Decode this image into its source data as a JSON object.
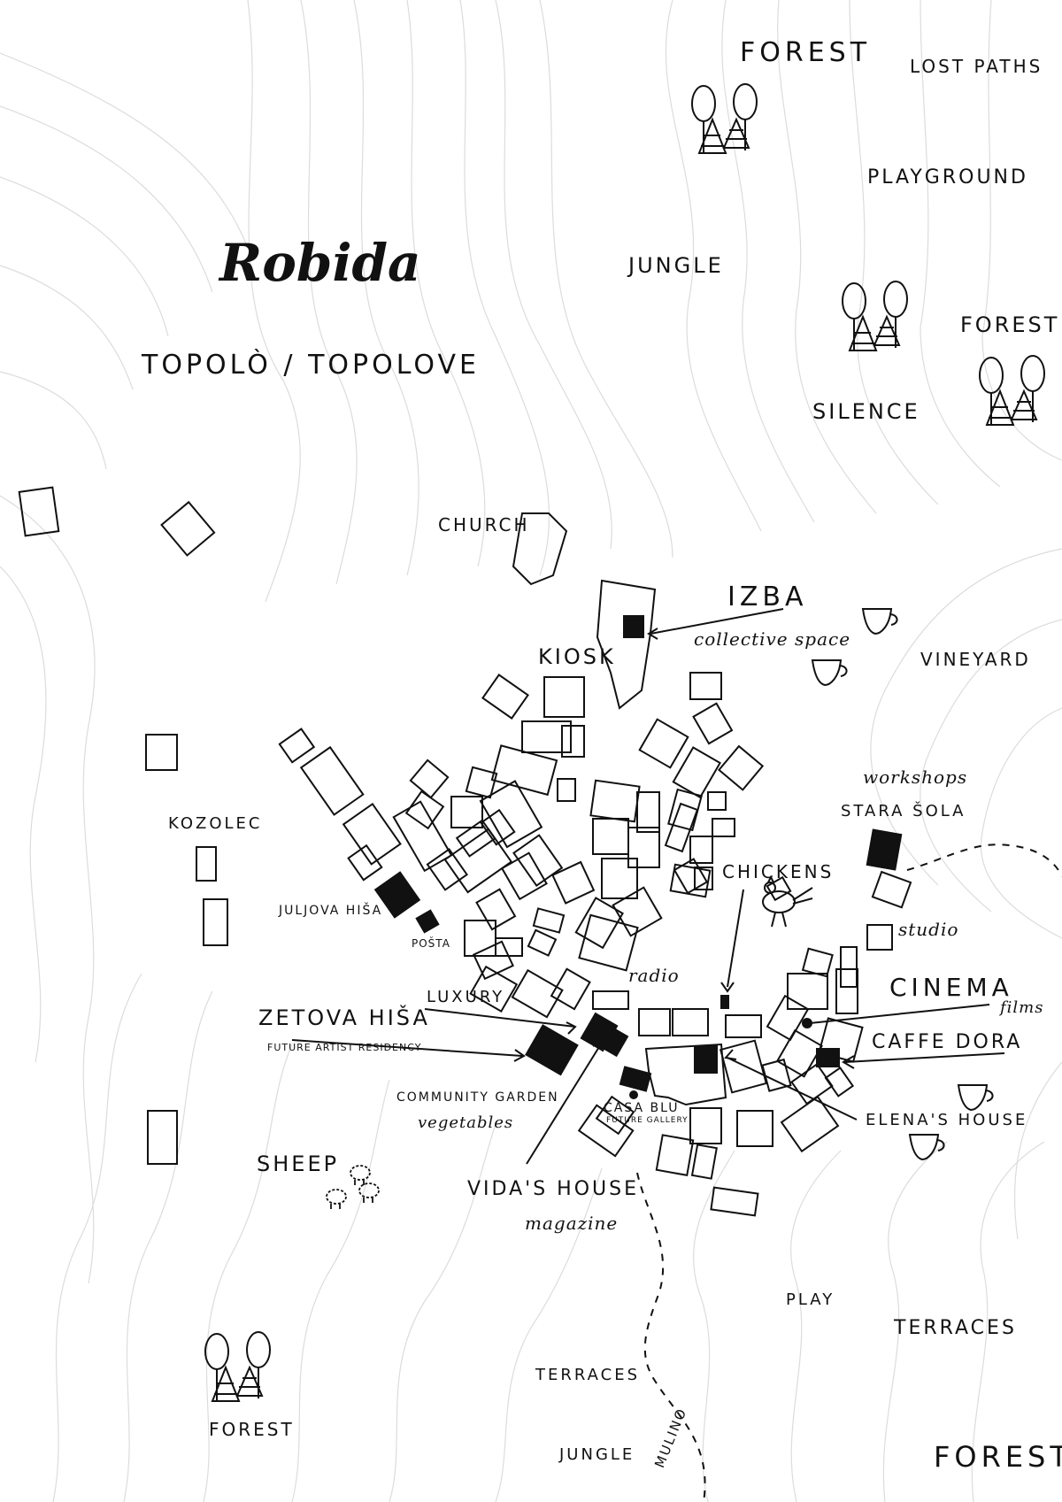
{
  "title": "Robida",
  "subtitle": "TOPOLÒ / TOPOLOVE",
  "labels": {
    "forest_top": "FOREST",
    "lost_paths": "LOST PATHS",
    "playground": "PLAYGROUND",
    "jungle_top": "JUNGLE",
    "forest_right": "FOREST",
    "silence": "SILENCE",
    "church": "CHURCH",
    "izba": "IZBA",
    "collective_space": "collective space",
    "kiosk": "KIOSK",
    "vineyard": "VINEYARD",
    "workshops": "workshops",
    "stara_sola": "STARA ŠOLA",
    "kozolec": "KOZOLEC",
    "chickens": "CHICKENS",
    "juljova_hisa": "JULJOVA HIŠA",
    "posta": "POŠTA",
    "studio": "studio",
    "radio": "radio",
    "luxury": "LUXURY",
    "cinema": "CINEMA",
    "films": "films",
    "zetova_hisa": "ZETOVA HIŠA",
    "future_artist_residency": "FUTURE ARTIST RESIDENCY",
    "caffe_dora": "CAFFE DORA",
    "community_garden": "COMMUNITY GARDEN",
    "vegetables": "vegetables",
    "casa_blu": "CASA BLU",
    "future_gallery": "FUTURE GALLERY",
    "elenas_house": "ELENA'S HOUSE",
    "sheep": "SHEEP",
    "vidas_house": "VIDA'S HOUSE",
    "magazine": "magazine",
    "play": "PLAY",
    "terraces_right": "TERRACES",
    "terraces_bottom": "TERRACES",
    "forest_bottom_left": "FOREST",
    "jungle_bottom": "JUNGLE",
    "mulino": "MULINO",
    "forest_bottom_right": "FOREST"
  },
  "colors": {
    "ink": "#111111",
    "contour": "#dcdcdc",
    "paper": "#ffffff"
  }
}
